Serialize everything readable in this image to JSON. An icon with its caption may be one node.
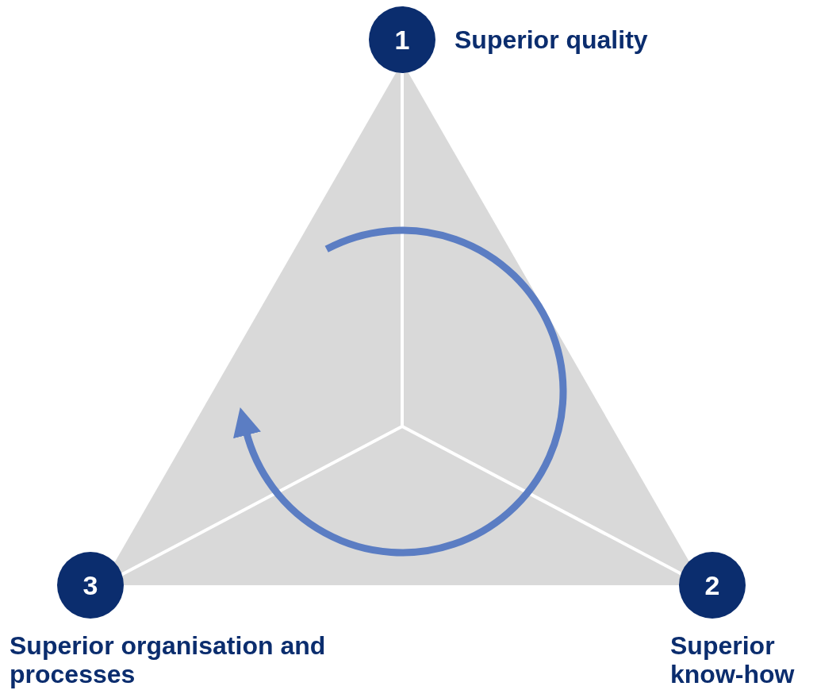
{
  "diagram": {
    "nodes": [
      {
        "text": [
          "1"
        ],
        "beside": [
          "Superior quality"
        ]
      },
      {
        "text": [
          "2"
        ],
        "beside": [
          "Superior know-how"
        ]
      },
      {
        "text": [
          "3"
        ],
        "beside": [
          "Superior organisation and processes"
        ]
      }
    ]
  }
}
